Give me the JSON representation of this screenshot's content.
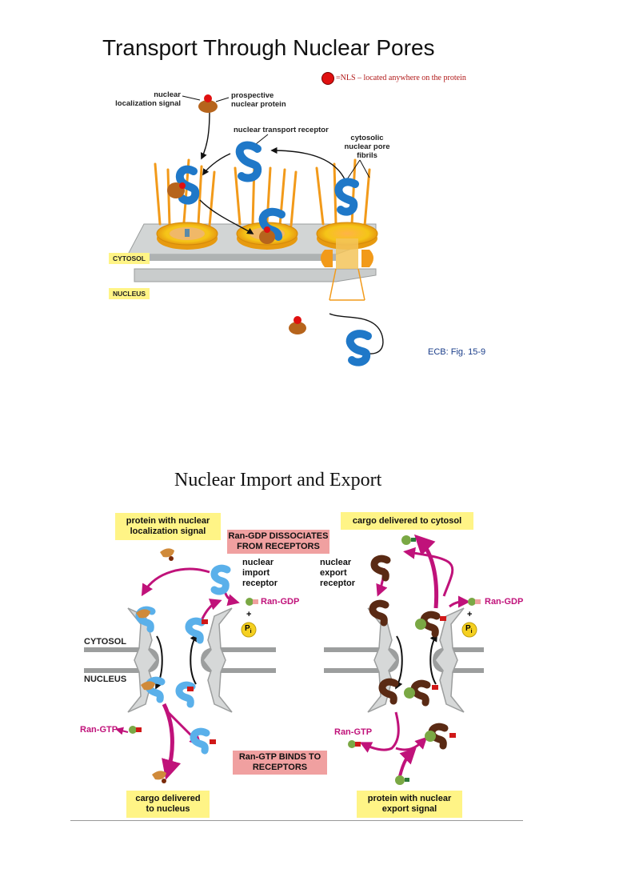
{
  "top": {
    "title": "Transport Through Nuclear Pores",
    "legend": "=NLS – located anywhere on the protein",
    "labels": {
      "nls": "nuclear\nlocalization signal",
      "prospective": "prospective\nnuclear protein",
      "receptor": "nuclear transport receptor",
      "fibrils": "cytosolic\nnuclear pore\nfibrils",
      "cytosol": "CYTOSOL",
      "nucleus": "NUCLEUS"
    },
    "caption": "ECB: Fig. 15-9"
  },
  "bottom": {
    "title": "Nuclear Import and Export",
    "boxes": {
      "nls_protein": "protein with nuclear\nlocalization signal",
      "ran_gdp_dissociates": "Ran-GDP DISSOCIATES\nFROM RECEPTORS",
      "cargo_cytosol": "cargo delivered to cytosol",
      "ran_gtp_binds": "Ran-GTP BINDS TO\nRECEPTORS",
      "cargo_nucleus": "cargo delivered\nto nucleus",
      "export_signal": "protein with nuclear\nexport signal"
    },
    "labels": {
      "import_receptor": "nuclear\nimport\nreceptor",
      "export_receptor": "nuclear\nexport\nreceptor",
      "cytosol": "CYTOSOL",
      "nucleus": "NUCLEUS",
      "ran_gdp_left": "Ran-GDP",
      "ran_gdp_right": "Ran-GDP",
      "ran_gtp_left": "Ran-GTP",
      "ran_gtp_right": "Ran-GTP",
      "pi": "P",
      "pi_sub": "i",
      "plus": "+"
    }
  },
  "colors": {
    "receptor_blue": "#2a8ad8",
    "export_brown": "#5a2a14",
    "cargo_orange": "#c06a1e",
    "ran_magenta": "#c0127a",
    "membrane_gray": "#b8bcbc",
    "pore_yellow": "#f5c518",
    "nls_red": "#e01010"
  }
}
